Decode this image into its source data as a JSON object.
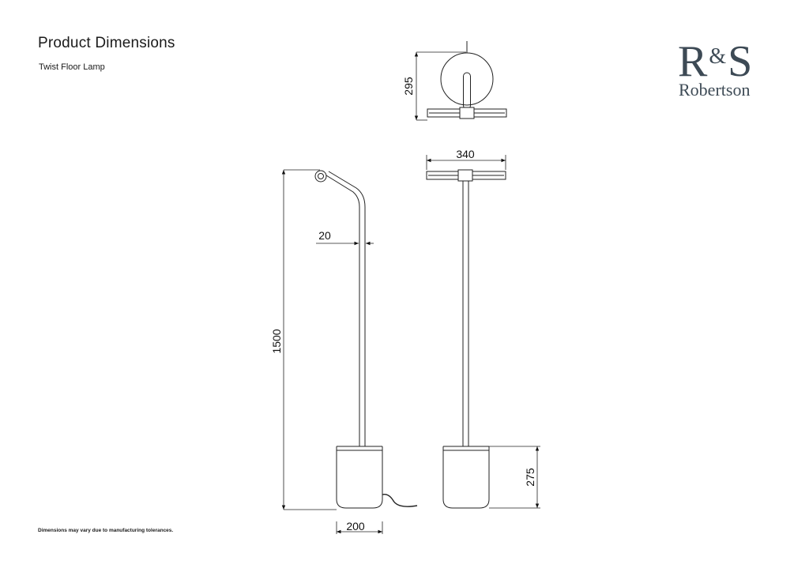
{
  "header": {
    "title": "Product Dimensions",
    "subtitle": "Twist Floor Lamp"
  },
  "logo": {
    "mark_left": "R",
    "mark_amp": "&",
    "mark_right": "S",
    "name": "Robertson",
    "color": "#3d4a55"
  },
  "dimensions": {
    "top_view_height": "295",
    "shade_width": "340",
    "stem_diameter": "20",
    "overall_height": "1500",
    "base_diameter": "200",
    "base_height": "275"
  },
  "footer": {
    "note": "Dimensions may vary due to manufacturing tolerances."
  }
}
